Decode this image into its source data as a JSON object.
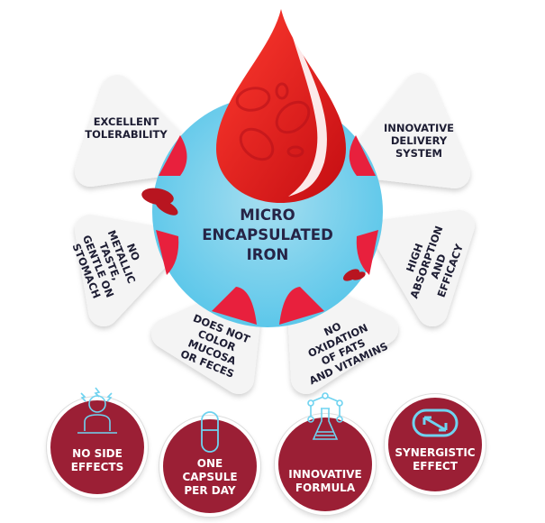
{
  "center": {
    "lines": [
      "MICRO",
      "ENCAPSULATED",
      "IRON"
    ]
  },
  "petals": [
    {
      "lines": [
        "EXCELLENT",
        "TOLERABILITY"
      ]
    },
    {
      "lines": [
        "INNOVATIVE",
        "DELIVERY",
        "SYSTEM"
      ]
    },
    {
      "lines": [
        "HIGH",
        "ABSORPTION",
        "AND",
        "EFFICACY"
      ]
    },
    {
      "lines": [
        "NO",
        "OXIDATION",
        "OF FATS",
        "AND VITAMINS"
      ]
    },
    {
      "lines": [
        "DOES NOT",
        "COLOR",
        "MUCOSA",
        "OR FECES"
      ]
    },
    {
      "lines": [
        "NO",
        "METALLIC",
        "TASTE,",
        "GENTLE ON",
        "STOMACH"
      ]
    }
  ],
  "badges": [
    {
      "lines": [
        "NO SIDE",
        "EFFECTS"
      ],
      "icon": "stressed-person-icon"
    },
    {
      "lines": [
        "ONE",
        "CAPSULE",
        "PER DAY"
      ],
      "icon": "capsule-icon"
    },
    {
      "lines": [
        "INNOVATIVE",
        "FORMULA"
      ],
      "icon": "flask-molecule-icon"
    },
    {
      "lines": [
        "SYNERGISTIC",
        "EFFECT"
      ],
      "icon": "sync-arrows-icon"
    }
  ],
  "colors": {
    "circle": "#6fcdec",
    "drop": "#e3141b",
    "notch": "#e8203d",
    "badge": "#9b1f35",
    "icon": "#6fd3f0",
    "text": "#1d1d33"
  }
}
